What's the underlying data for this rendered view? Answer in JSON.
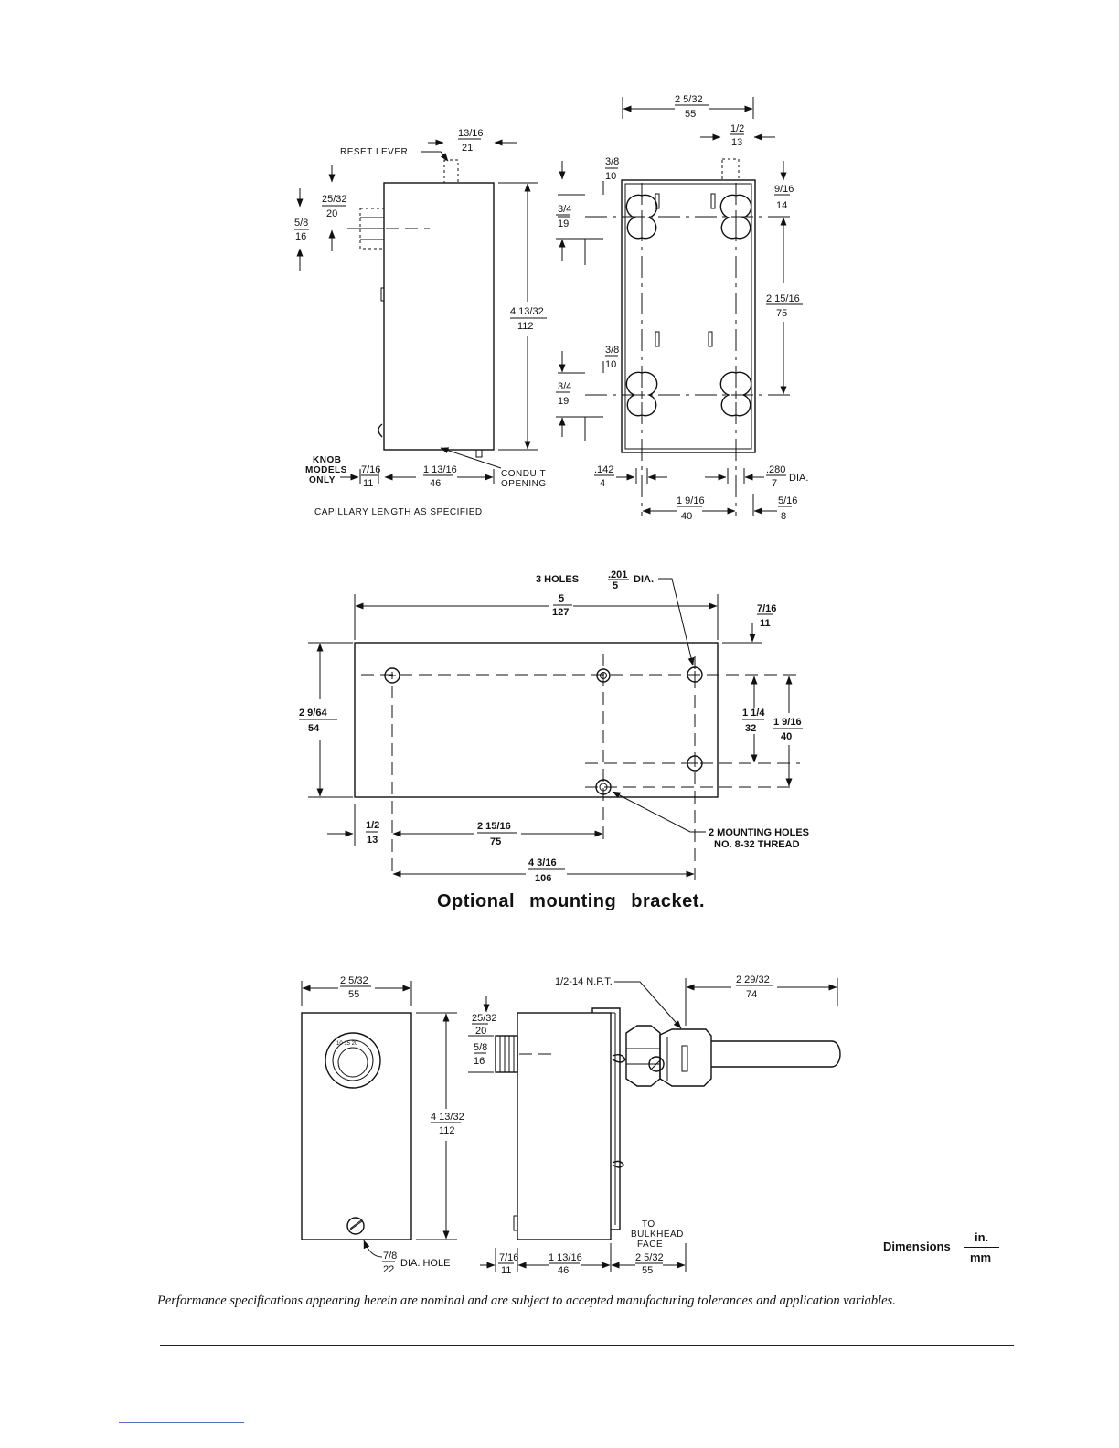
{
  "top_views": {
    "reset_lever": "RESET LEVER",
    "knob_models": [
      "KNOB",
      "MODELS",
      "ONLY"
    ],
    "conduit_opening": [
      "CONDUIT",
      "OPENING"
    ],
    "capillary": "CAPILLARY LENGTH AS SPECIFIED",
    "dims": {
      "d13_16": [
        "13/16",
        "21"
      ],
      "d25_32": [
        "25/32",
        "20"
      ],
      "d5_8": [
        "5/8",
        "16"
      ],
      "d4_13_32": [
        "4 13/32",
        "112"
      ],
      "d7_16": [
        "7/16",
        "11"
      ],
      "d1_13_16": [
        "1 13/16",
        "46"
      ],
      "d2_5_32": [
        "2 5/32",
        "55"
      ],
      "d1_2": [
        "1/2",
        "13"
      ],
      "d3_8_top": [
        "3/8",
        "10"
      ],
      "d3_4_top": [
        "3/4",
        "19"
      ],
      "d9_16": [
        "9/16",
        "14"
      ],
      "d2_15_16": [
        "2 15/16",
        "75"
      ],
      "d3_8_bot": [
        "3/8",
        "10"
      ],
      "d3_4_bot": [
        "3/4",
        "19"
      ],
      "d142": [
        ".142",
        "4"
      ],
      "d280": [
        ".280",
        "7"
      ],
      "dia": "DIA.",
      "d1_9_16": [
        "1 9/16",
        "40"
      ],
      "d5_16": [
        "5/16",
        "8"
      ]
    }
  },
  "bracket": {
    "holes_note": [
      "3 HOLES",
      ".201",
      "5",
      "DIA."
    ],
    "mount_note": [
      "2 MOUNTING HOLES",
      "NO. 8-32 THREAD"
    ],
    "caption": "Optional mounting bracket.",
    "dims": {
      "d5": [
        "5",
        "127"
      ],
      "d7_16": [
        "7/16",
        "11"
      ],
      "d2_9_64": [
        "2 9/64",
        "54"
      ],
      "d1_1_4": [
        "1 1/4",
        "32"
      ],
      "d1_9_16": [
        "1 9/16",
        "40"
      ],
      "d1_2": [
        "1/2",
        "13"
      ],
      "d2_15_16": [
        "2 15/16",
        "75"
      ],
      "d4_3_16": [
        "4 3/16",
        "106"
      ]
    }
  },
  "bottom_views": {
    "npt": "1/2-14 N.P.T.",
    "dia_hole": "DIA. HOLE",
    "bulkhead": [
      "TO",
      "BULKHEAD",
      "FACE"
    ],
    "dims": {
      "d2_5_32_front": [
        "2 5/32",
        "55"
      ],
      "d4_13_32": [
        "4 13/32",
        "112"
      ],
      "d7_8": [
        "7/8",
        "22"
      ],
      "d25_32": [
        "25/32",
        "20"
      ],
      "d5_8": [
        "5/8",
        "16"
      ],
      "d2_29_32": [
        "2 29/32",
        "74"
      ],
      "d7_16": [
        "7/16",
        "11"
      ],
      "d1_13_16": [
        "1 13/16",
        "46"
      ],
      "d2_5_32_side": [
        "2 5/32",
        "55"
      ]
    }
  },
  "legend": {
    "label": "Dimensions",
    "unit_top": "in.",
    "unit_bottom": "mm"
  },
  "footer": {
    "note": "Performance specifications appearing herein are nominal and are subject to accepted manufacturing tolerances and application variables."
  }
}
